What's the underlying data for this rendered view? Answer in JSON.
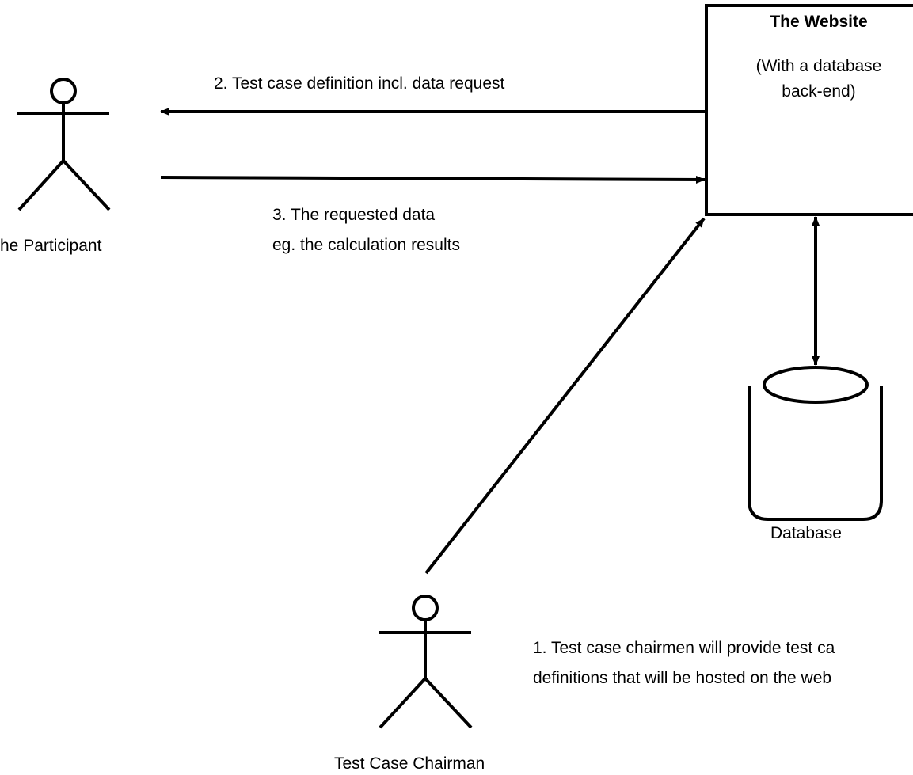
{
  "website": {
    "title": "The Website",
    "line1": "(With a database",
    "line2": "back-end)"
  },
  "participant": {
    "label": "he Participant"
  },
  "chairman": {
    "label": "Test Case Chairman"
  },
  "database": {
    "label": "Database"
  },
  "arrows": {
    "step2": "2. Test case definition incl. data request",
    "step3_line1": "3. The requested data",
    "step3_line2": "eg. the calculation results",
    "step1_line1": "1. Test case chairmen will provide test ca",
    "step1_line2": "definitions that will be hosted on the web"
  }
}
